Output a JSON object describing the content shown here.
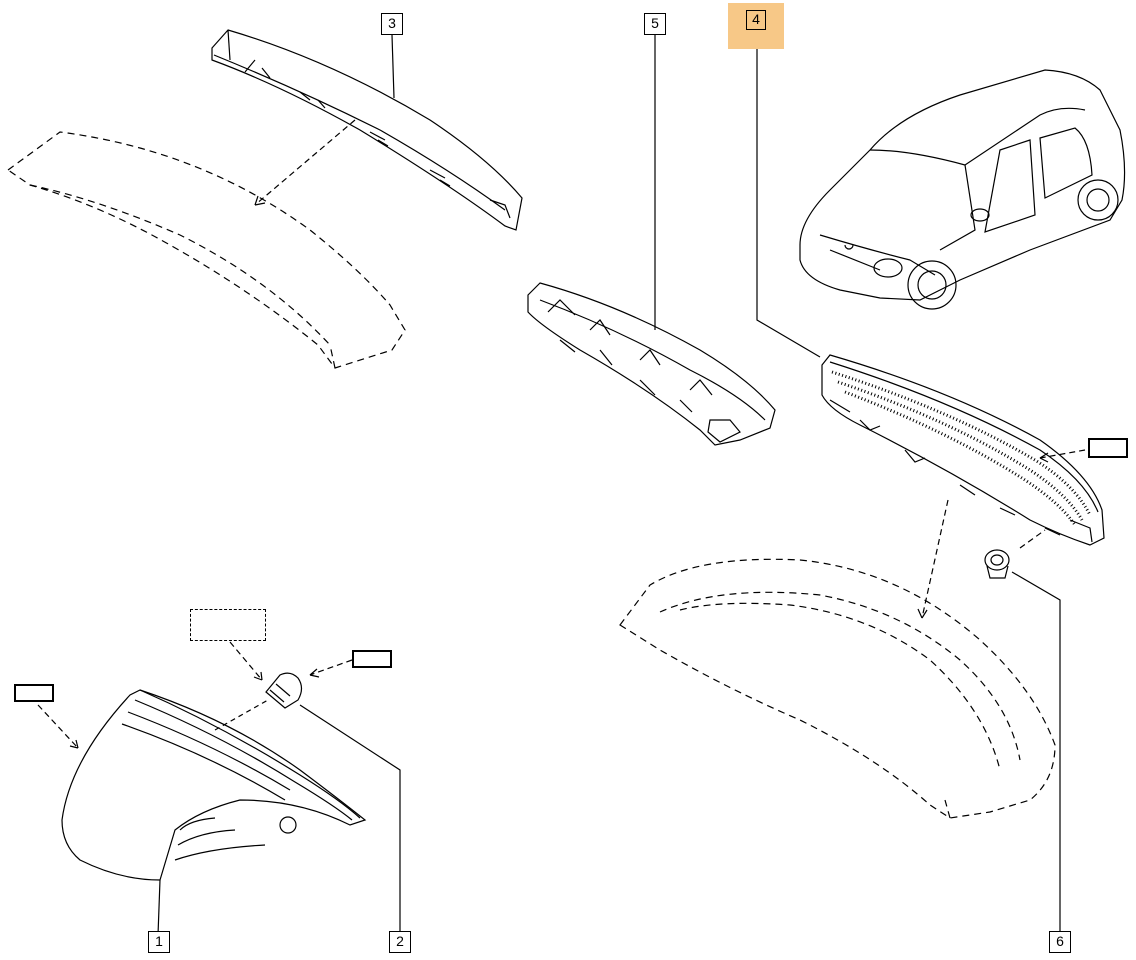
{
  "diagram": {
    "callouts": [
      {
        "id": "c1",
        "label": "1"
      },
      {
        "id": "c2",
        "label": "2"
      },
      {
        "id": "c3",
        "label": "3"
      },
      {
        "id": "c4",
        "label": "4",
        "highlighted": true
      },
      {
        "id": "c5",
        "label": "5"
      },
      {
        "id": "c6",
        "label": "6"
      }
    ],
    "highlight_color": "#f7c887",
    "line_color": "#000000"
  }
}
